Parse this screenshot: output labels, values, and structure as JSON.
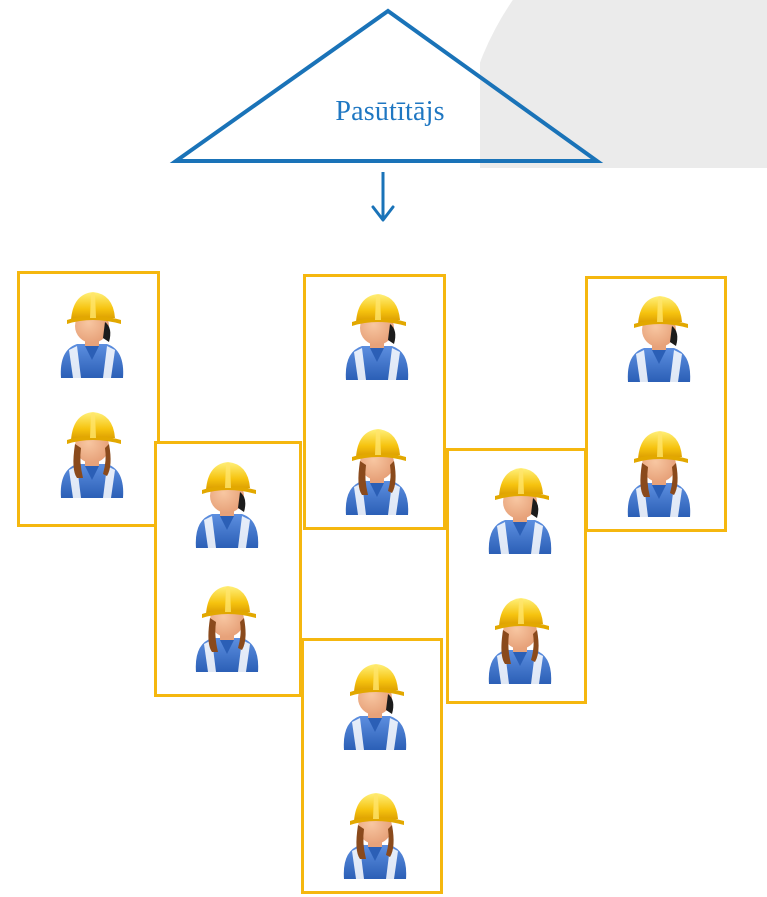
{
  "client": {
    "label": "Pasūtītājs",
    "shape": "triangle",
    "stroke_color": "#1a73b8"
  },
  "arrow": {
    "color": "#1a73b8",
    "direction": "down"
  },
  "colors": {
    "box_border": "#f5b70f",
    "background_circle": "#ebebeb",
    "helmet": "#f6c30f",
    "overalls": "#2b5fb6",
    "skin": "#e7a27a"
  },
  "teams": [
    {
      "members": [
        {
          "type": "male-worker-icon"
        },
        {
          "type": "female-worker-icon"
        }
      ]
    },
    {
      "members": [
        {
          "type": "male-worker-icon"
        },
        {
          "type": "female-worker-icon"
        }
      ]
    },
    {
      "members": [
        {
          "type": "male-worker-icon"
        },
        {
          "type": "female-worker-icon"
        }
      ]
    },
    {
      "members": [
        {
          "type": "male-worker-icon"
        },
        {
          "type": "female-worker-icon"
        }
      ]
    },
    {
      "members": [
        {
          "type": "male-worker-icon"
        },
        {
          "type": "female-worker-icon"
        }
      ]
    },
    {
      "members": [
        {
          "type": "male-worker-icon"
        },
        {
          "type": "female-worker-icon"
        }
      ]
    }
  ]
}
